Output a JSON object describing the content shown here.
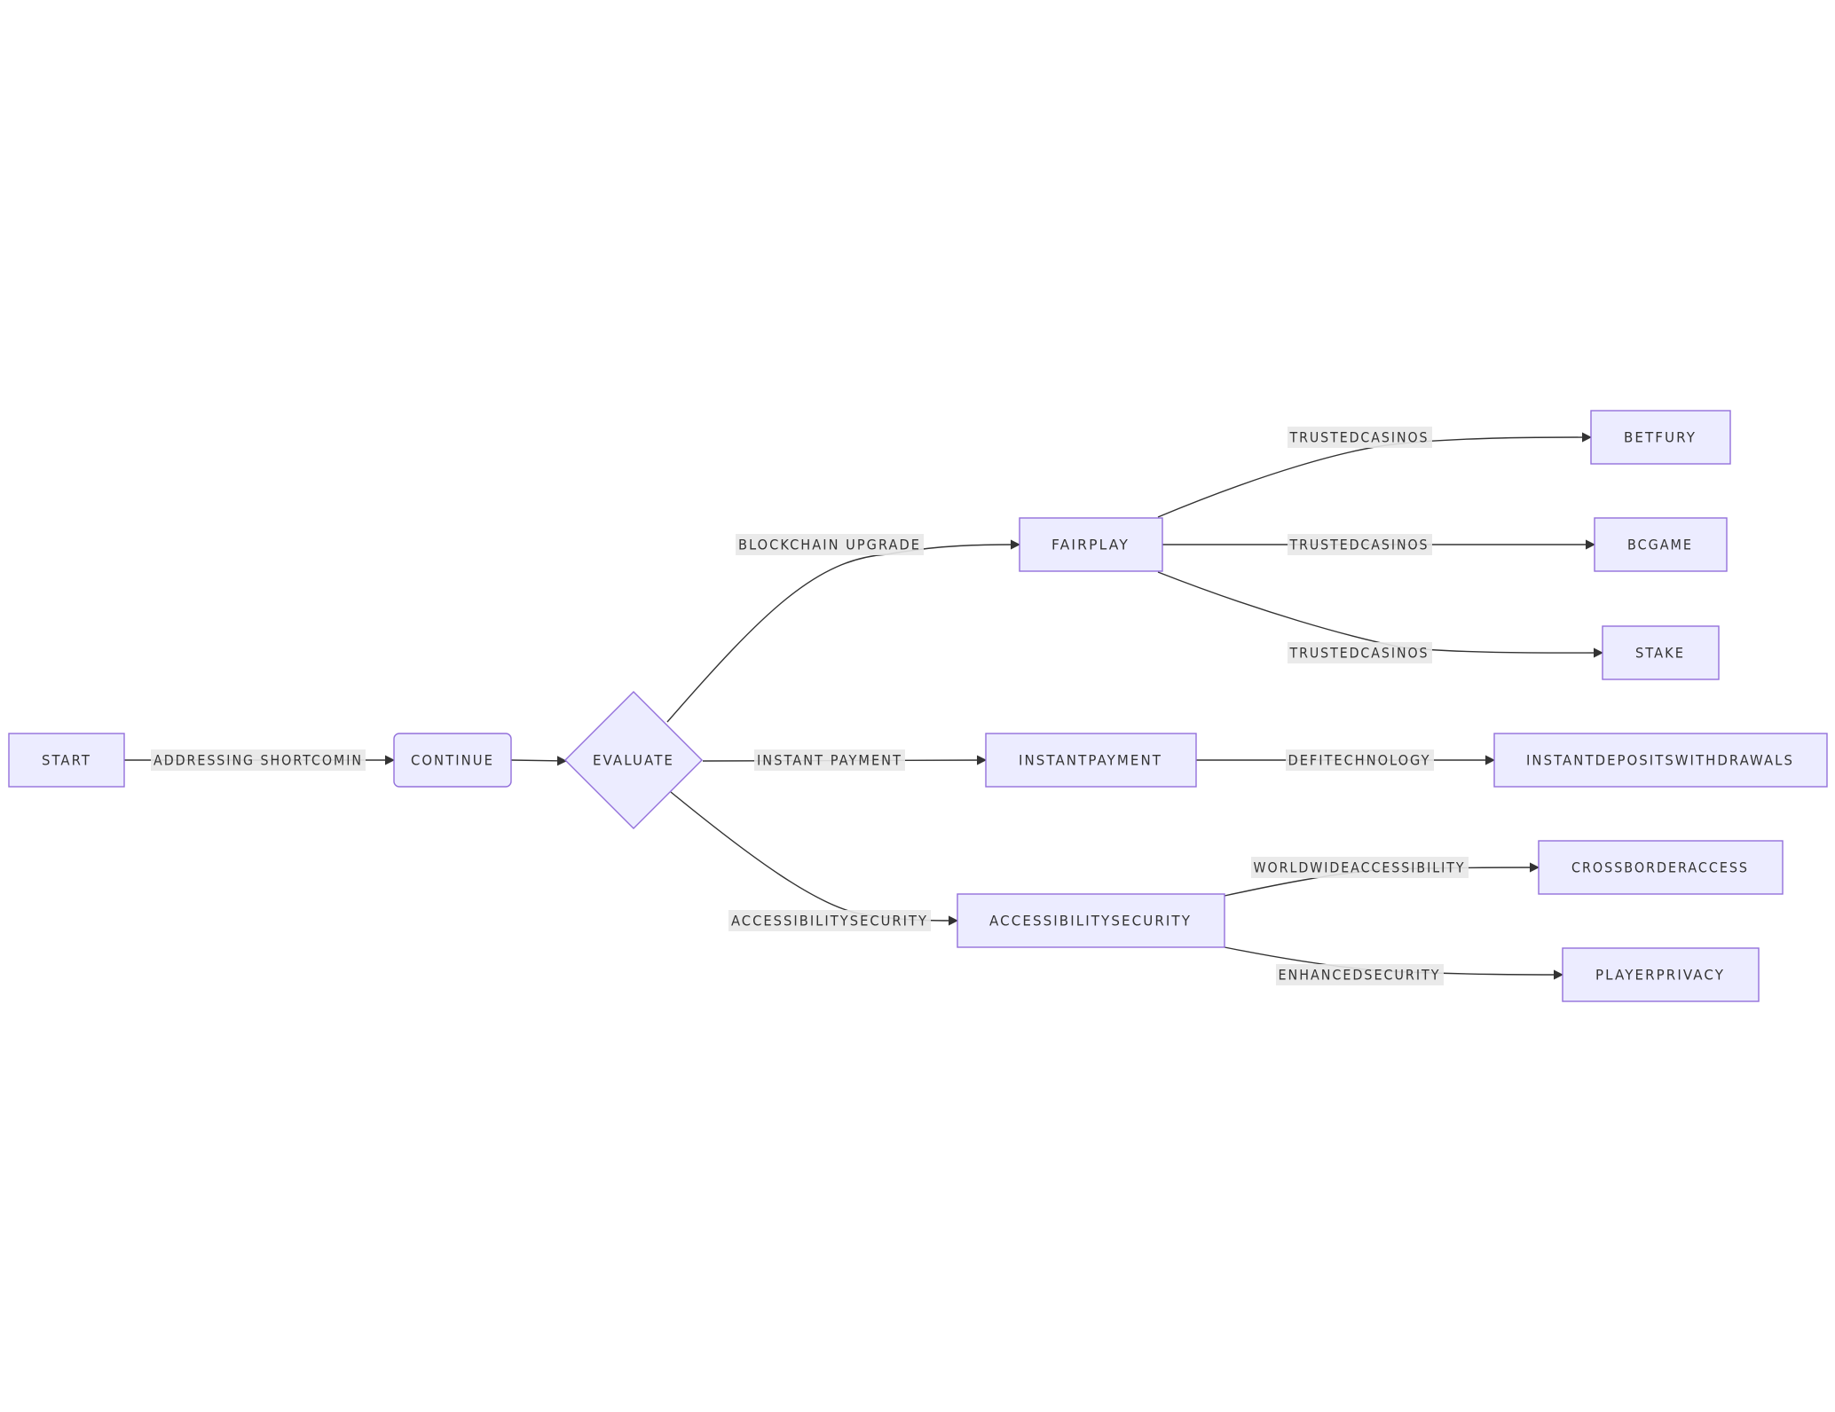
{
  "diagram": {
    "nodes": {
      "start": "START",
      "continue": "CONTINUE",
      "evaluate": "EVALUATE",
      "fairplay": "FAIRPLAY",
      "instantpayment": "INSTANTPAYMENT",
      "accessibilitysecurity": "ACCESSIBILITYSECURITY",
      "betfury": "BETFURY",
      "bcgame": "BCGAME",
      "stake": "STAKE",
      "instantdeposits": "INSTANTDEPOSITSWITHDRAWALS",
      "crossborder": "CROSSBORDERACCESS",
      "playerprivacy": "PLAYERPRIVACY"
    },
    "edges": {
      "start_continue": "ADDRESSING SHORTCOMIN",
      "evaluate_fairplay": "BLOCKCHAIN UPGRADE",
      "evaluate_instantpayment": "INSTANT PAYMENT",
      "evaluate_accessibility": "ACCESSIBILITYSECURITY",
      "fairplay_betfury": "TRUSTEDCASINOS",
      "fairplay_bcgame": "TRUSTEDCASINOS",
      "fairplay_stake": "TRUSTEDCASINOS",
      "instantpayment_deposits": "DEFITECHNOLOGY",
      "accessibility_crossborder": "WORLDWIDEACCESSIBILITY",
      "accessibility_privacy": "ENHANCEDSECURITY"
    },
    "colors": {
      "node_fill": "#ececff",
      "node_stroke": "#9370db",
      "edge": "#333333",
      "label_bg": "#e8e8e8"
    }
  }
}
